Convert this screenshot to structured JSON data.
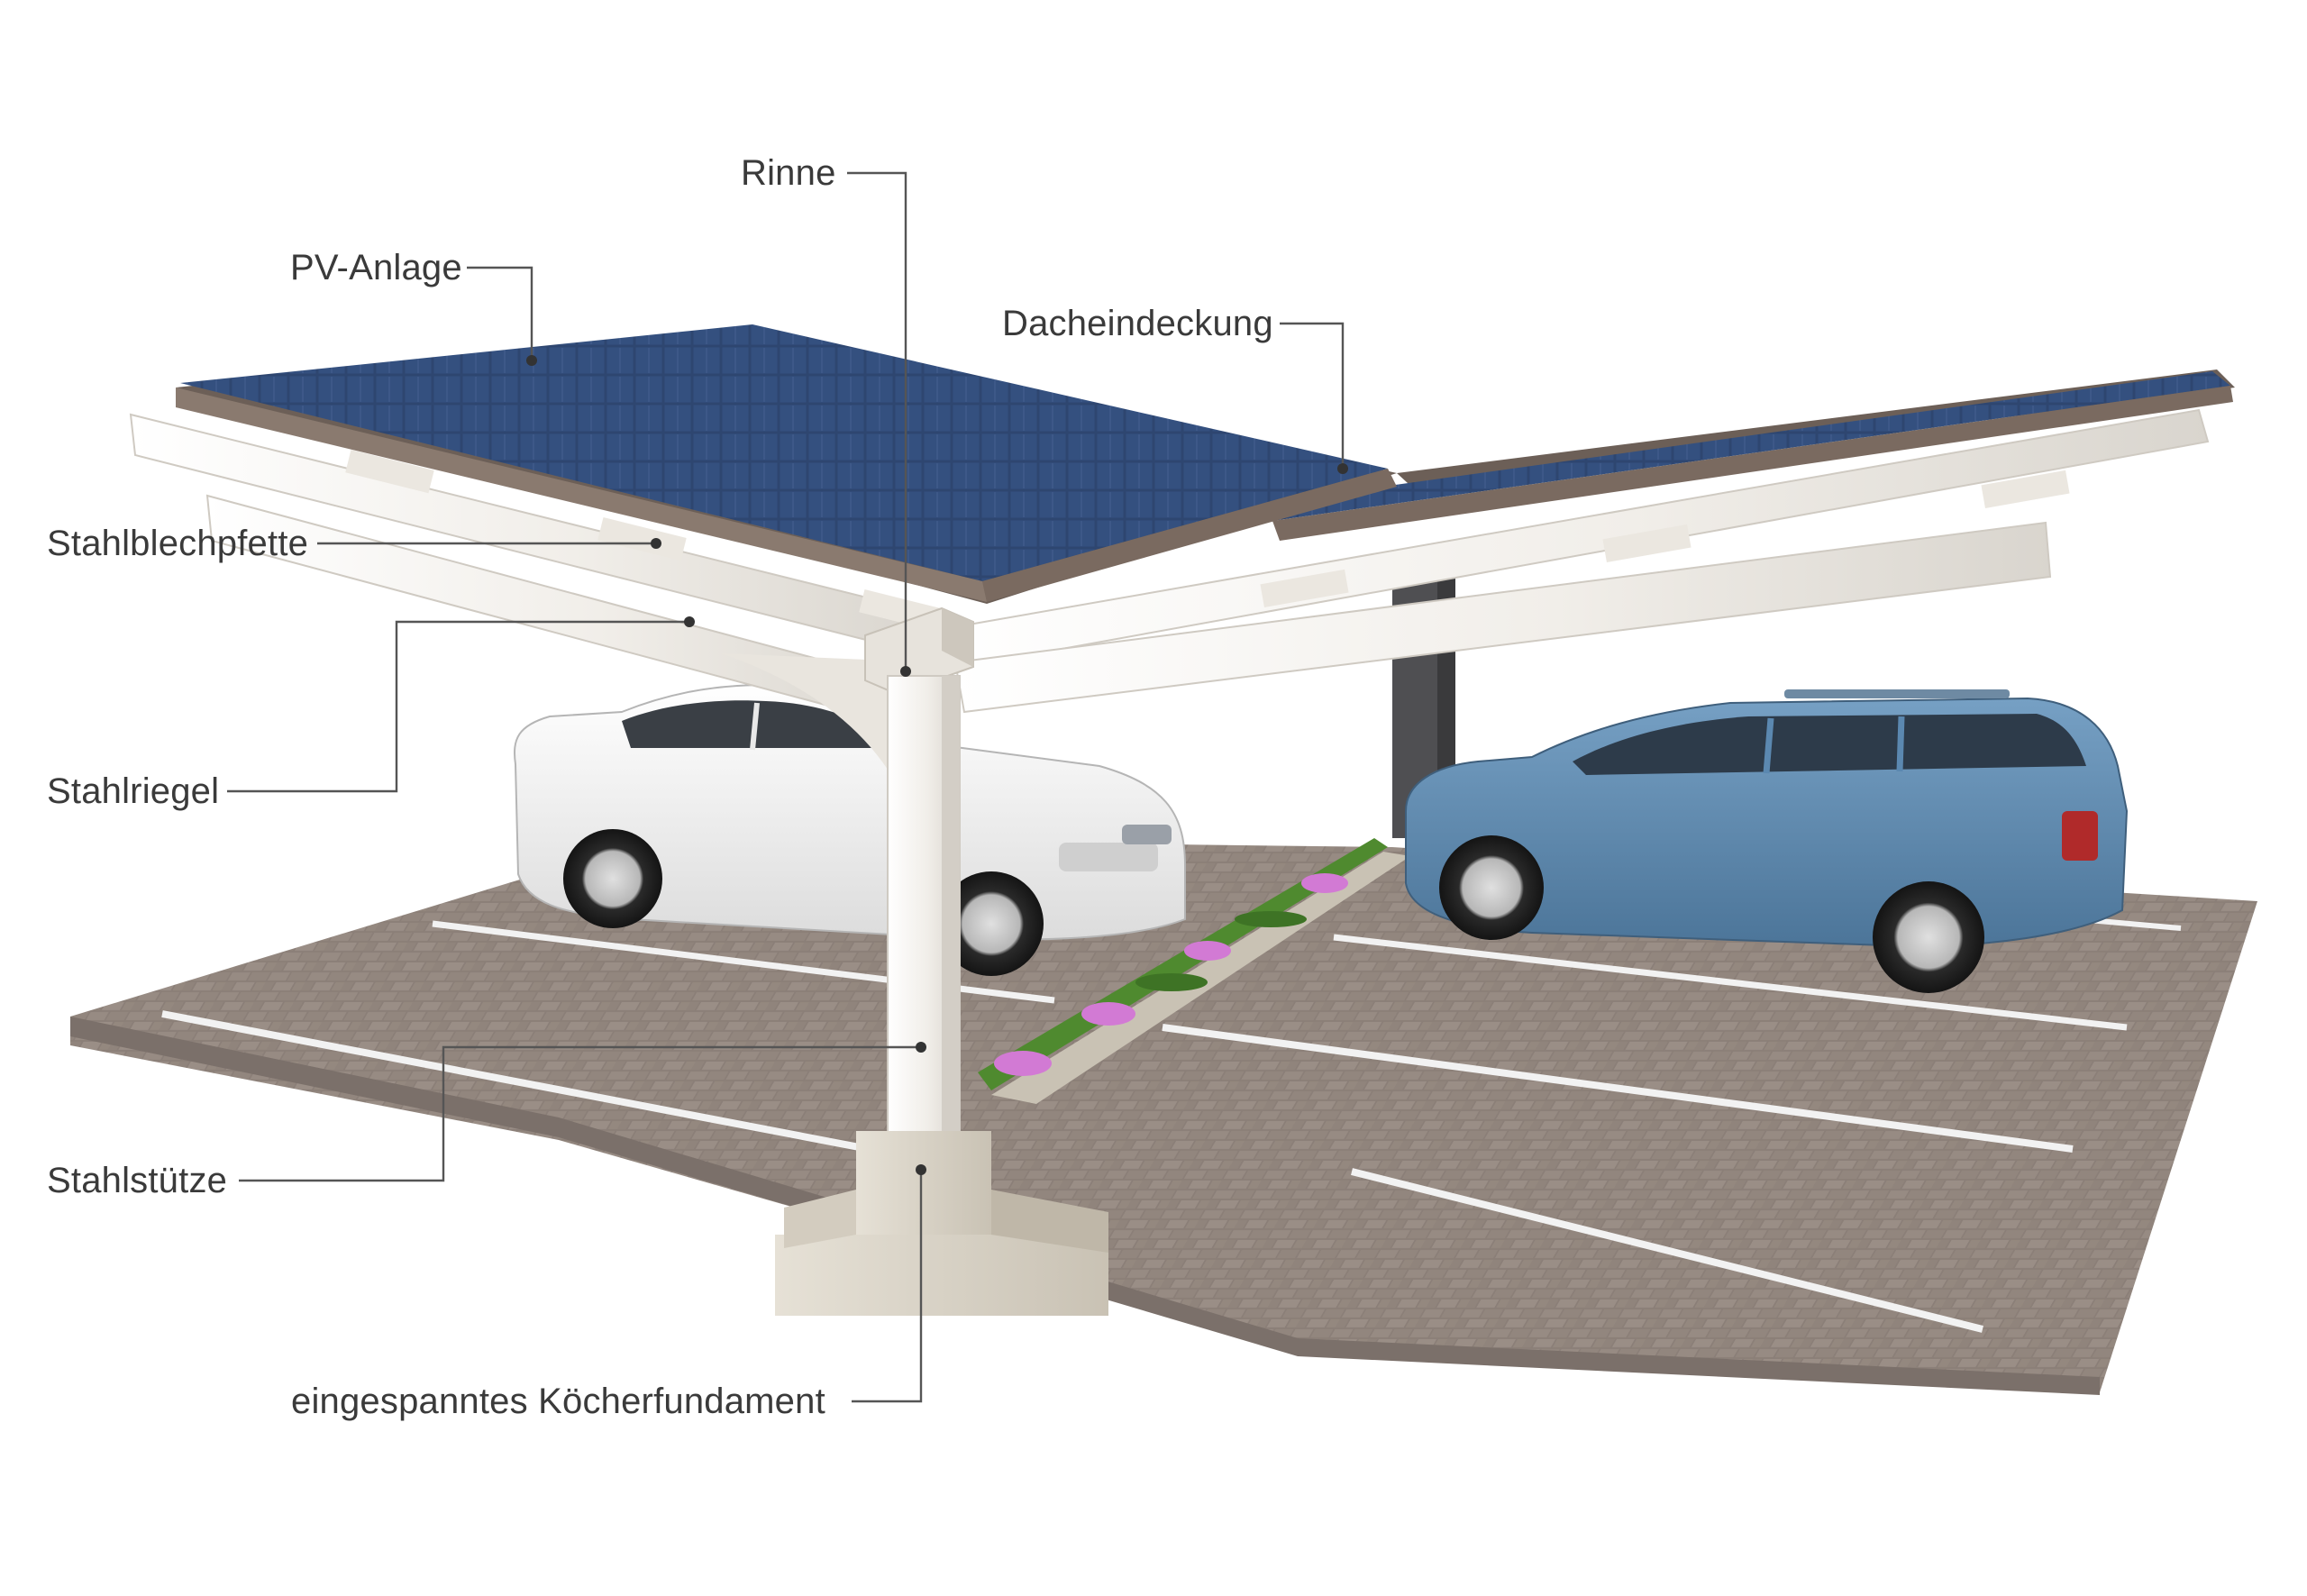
{
  "diagram": {
    "labels": {
      "rinne": "Rinne",
      "pv_anlage": "PV-Anlage",
      "dacheindeckung": "Dacheindeckung",
      "stahlblechpfette": "Stahlblechpfette",
      "stahlriegel": "Stahlriegel",
      "stahlstuetze": "Stahlstütze",
      "koecherfundament": "eingespanntes Köcherfundament"
    },
    "colors": {
      "label_text": "#3a3a3a",
      "leader_line": "#555555",
      "solar_panel": "#2c3f66",
      "steel": "#efece6",
      "paving": "#8a7f79",
      "concrete": "#dcd6c9",
      "car_white": "#f4f4f4",
      "car_blue": "#5b88b0",
      "grass": "#4f8a2f",
      "flowers": "#d27ad4"
    }
  }
}
